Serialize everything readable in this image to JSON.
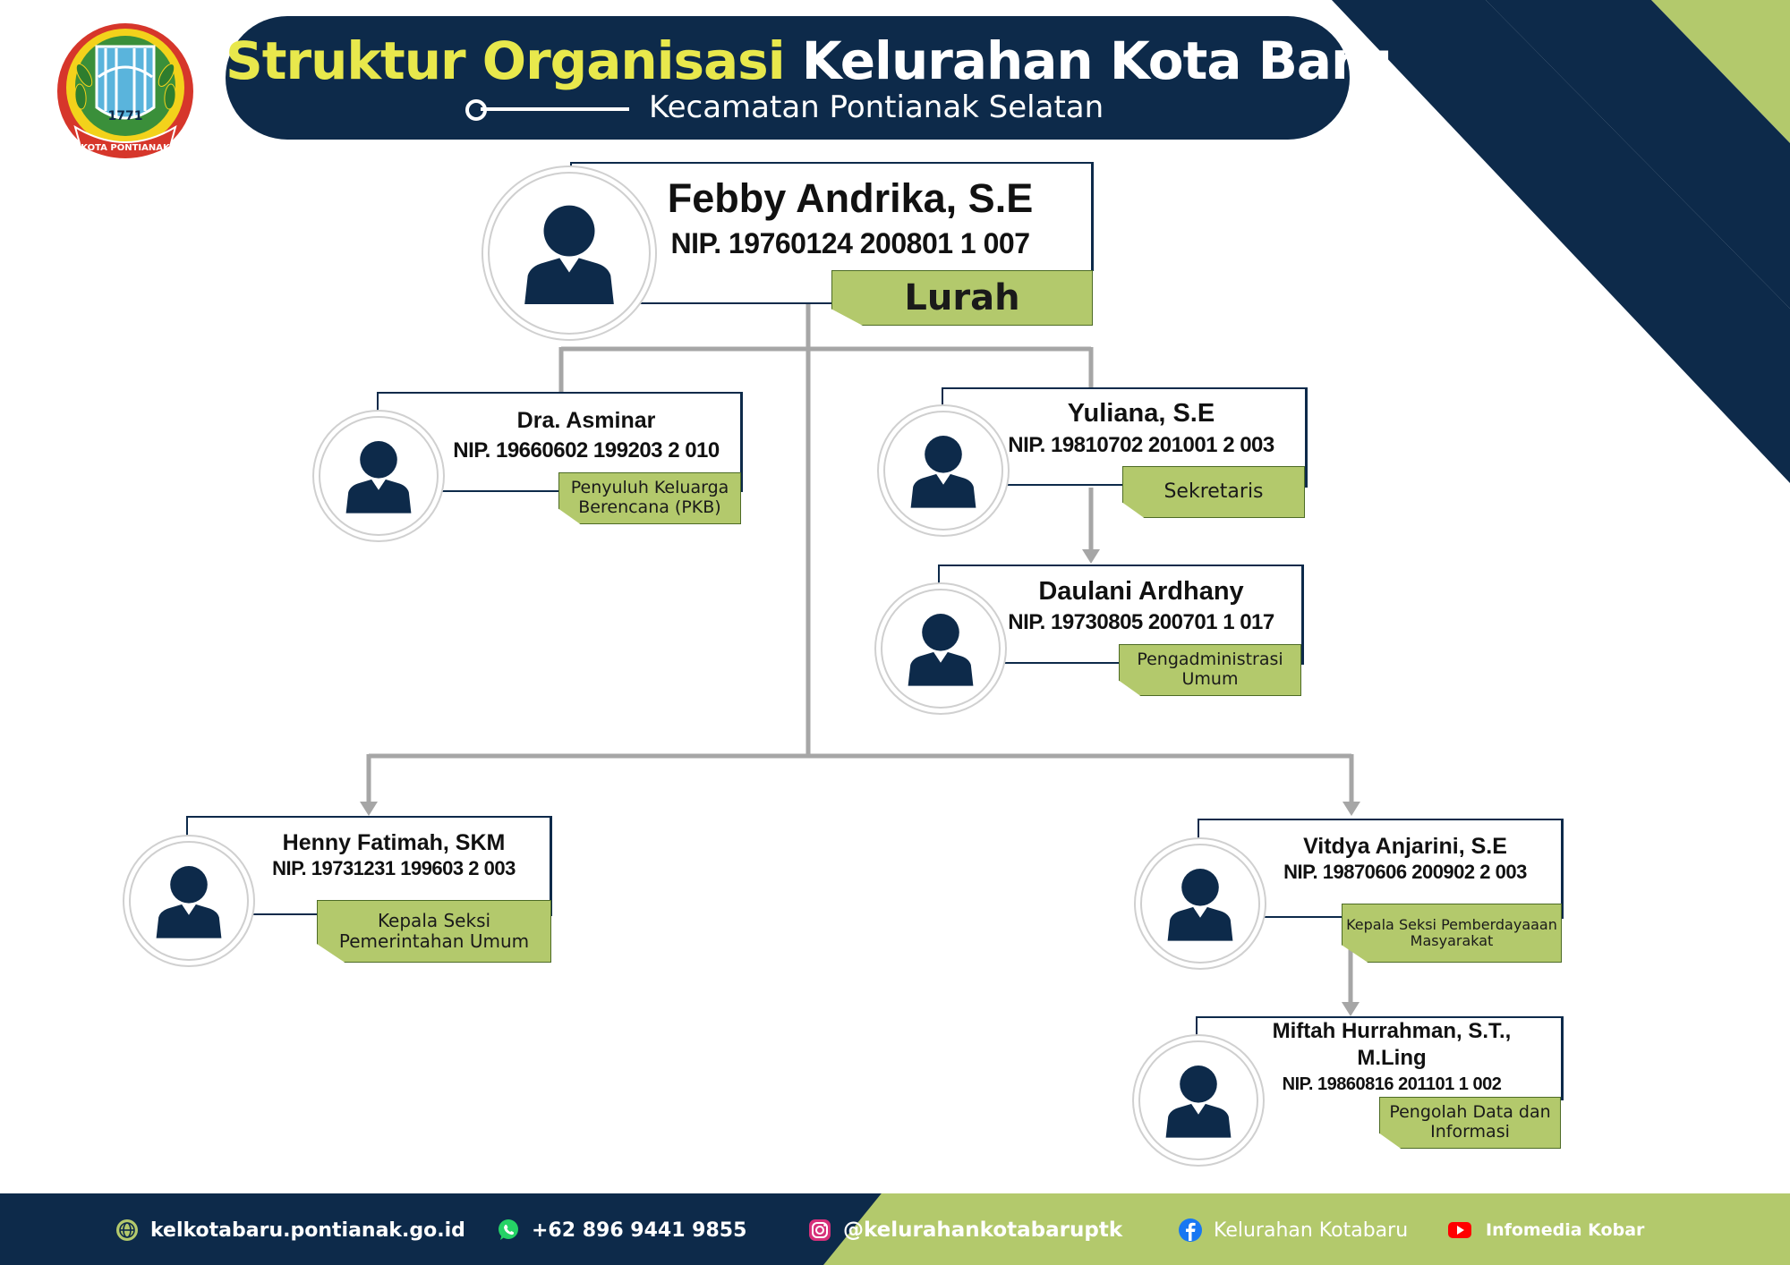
{
  "header": {
    "title_highlight": "Struktur Organisasi",
    "title_rest": "Kelurahan Kota Baru",
    "subtitle": "Kecamatan Pontianak Selatan"
  },
  "logo": {
    "year": "1771",
    "text": "KOTA PONTIANAK"
  },
  "people": {
    "lurah": {
      "name": "Febby Andrika, S.E",
      "nip": "NIP. 19760124 200801 1 007",
      "role": "Lurah"
    },
    "pkb": {
      "name": "Dra. Asminar",
      "nip": "NIP. 19660602 199203 2 010",
      "role": "Penyuluh Keluarga Berencana (PKB)"
    },
    "sekretaris": {
      "name": "Yuliana, S.E",
      "nip": "NIP. 19810702 201001 2 003",
      "role": "Sekretaris"
    },
    "pengadministrasi": {
      "name": "Daulani Ardhany",
      "nip": "NIP. 19730805 200701 1 017",
      "role": "Pengadministrasi Umum"
    },
    "pemerintahan": {
      "name": "Henny Fatimah, SKM",
      "nip": "NIP. 19731231 199603 2 003",
      "role": "Kepala Seksi Pemerintahan Umum"
    },
    "pemberdayaan": {
      "name": "Vitdya Anjarini, S.E",
      "nip": "NIP. 19870606 200902 2 003",
      "role": "Kepala Seksi Pemberdayaaan Masyarakat"
    },
    "pengolah": {
      "name": "Miftah Hurrahman, S.T., M.Ling",
      "nip": "NIP. 19860816 201101 1 002",
      "role": "Pengolah Data dan Informasi"
    }
  },
  "footer": {
    "website": "kelkotabaru.pontianak.go.id",
    "whatsapp": "+62 896 9441 9855",
    "instagram": "@kelurahankotabaruptk",
    "facebook": "Kelurahan Kotabaru",
    "youtube": "Infomedia Kobar"
  },
  "colors": {
    "navy": "#0d2a4a",
    "green": "#b3c96c",
    "yellow": "#e8e84c",
    "connector": "#a6a6a6"
  }
}
